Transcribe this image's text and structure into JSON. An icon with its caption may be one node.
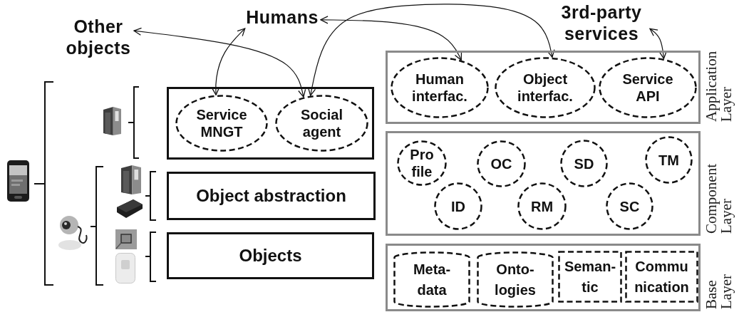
{
  "diagram": {
    "nodes": [
      {
        "text": [
          "Other objects"
        ]
      },
      {
        "text": [
          "Humans"
        ]
      },
      {
        "text": [
          "3rd-party services"
        ]
      },
      {
        "text": [],
        "shape": "box"
      },
      {
        "text": [
          "Service MNGT"
        ],
        "in": 3
      },
      {
        "text": [
          "Social agent"
        ],
        "in": 3
      },
      {
        "text": [
          "Object abstraction"
        ]
      },
      {
        "text": [
          "Objects"
        ]
      },
      {
        "text": [
          "Application Layer"
        ]
      },
      {
        "text": [
          "Human interfac."
        ],
        "in": 8
      },
      {
        "text": [
          "Object interfac."
        ],
        "in": 8
      },
      {
        "text": [
          "Service API"
        ],
        "in": 8
      },
      {
        "text": [
          "Component Layer"
        ]
      },
      {
        "text": [
          "Pro file"
        ],
        "in": 12
      },
      {
        "text": [
          "OC"
        ],
        "in": 12
      },
      {
        "text": [
          "SD"
        ],
        "in": 12
      },
      {
        "text": [
          "TM"
        ],
        "in": 12
      },
      {
        "text": [
          "ID"
        ],
        "in": 12
      },
      {
        "text": [
          "RM"
        ],
        "in": 12
      },
      {
        "text": [
          "SC"
        ],
        "in": 12
      },
      {
        "text": [
          "Base Layer"
        ]
      },
      {
        "text": [
          "Meta- data"
        ],
        "in": 20
      },
      {
        "text": [
          "Onto- logies"
        ],
        "in": 20
      },
      {
        "text": [
          "Seman- tic"
        ],
        "in": 20
      },
      {
        "text": [
          "Commu nication"
        ],
        "in": 20
      }
    ],
    "edges": [
      {
        "from": 0,
        "to": 5,
        "arrow": "both"
      },
      {
        "from": 1,
        "to": 4,
        "arrow": "both"
      },
      {
        "from": 1,
        "to": 9,
        "arrow": "both"
      },
      {
        "from": 5,
        "to": 10,
        "arrow": "both"
      },
      {
        "from": 2,
        "to": 11,
        "arrow": "both"
      }
    ]
  }
}
